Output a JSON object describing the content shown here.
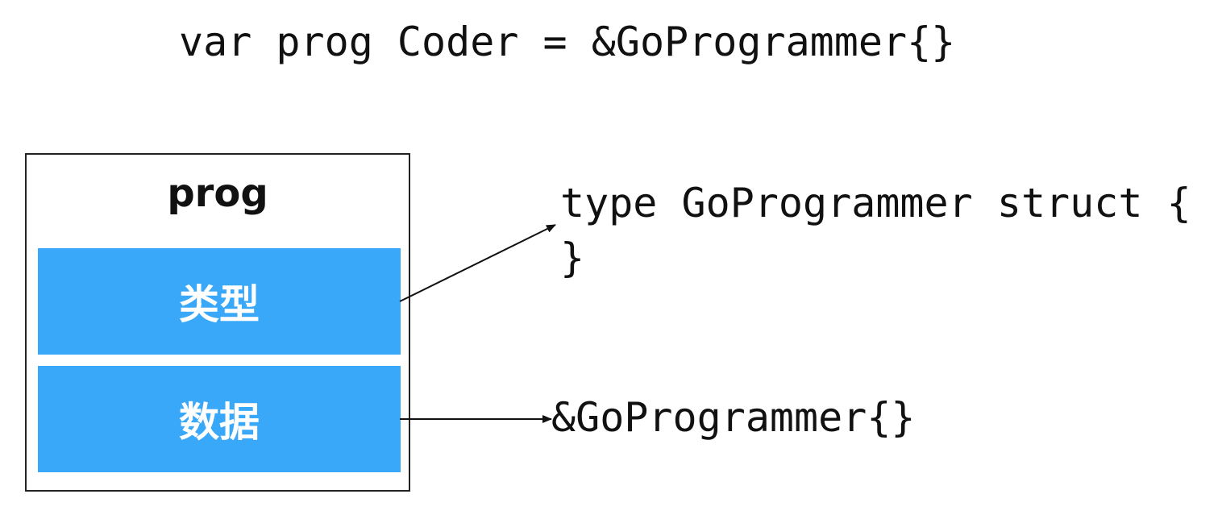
{
  "code_line": "var prog Coder = &GoProgrammer{}",
  "iface": {
    "title": "prog",
    "type_slot": "类型",
    "data_slot": "数据"
  },
  "struct_def": {
    "line1": "type GoProgrammer struct {",
    "line2": "}"
  },
  "data_value": "&GoProgrammer{}",
  "colors": {
    "slot_fill": "#3aa8f8",
    "slot_text": "#ffffff",
    "text": "#111111",
    "box_border": "#222222"
  }
}
